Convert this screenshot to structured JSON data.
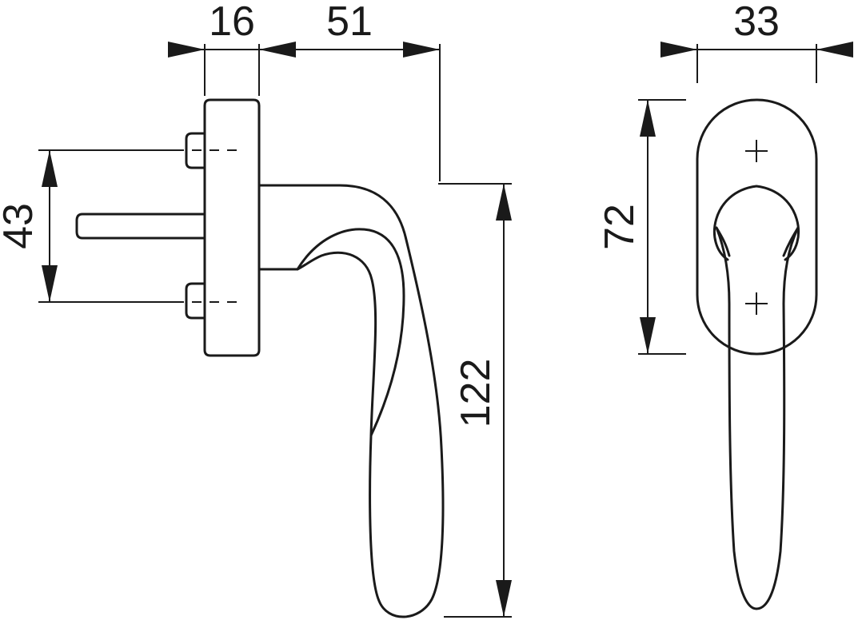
{
  "dimensions": {
    "rose_thickness": "16",
    "handle_projection": "51",
    "screw_spacing": "43",
    "handle_length": "122",
    "rose_width": "33",
    "rose_height": "72"
  },
  "colors": {
    "line": "#1a1a1a",
    "background": "#ffffff"
  }
}
